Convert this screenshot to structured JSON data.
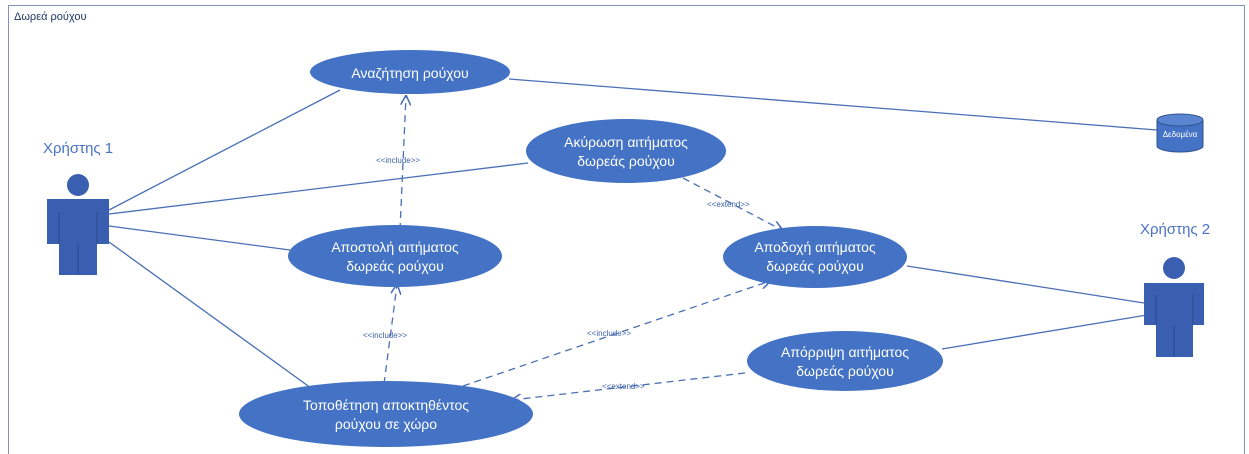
{
  "frame": {
    "title": "Δωρεά ρούχου"
  },
  "actors": {
    "user1": "Χρήστης 1",
    "user2": "Χρήστης 2"
  },
  "database": {
    "label": "Δεδομένα"
  },
  "use_cases": {
    "search": [
      "Αναζήτηση ρούχου"
    ],
    "cancel": [
      "Ακύρωση αιτήματος",
      "δωρεάς ρούχου"
    ],
    "send": [
      "Αποστολή αιτήματος",
      "δωρεάς ρούχου"
    ],
    "accept": [
      "Αποδοχή αιτήματος",
      "δωρεάς ρούχου"
    ],
    "reject": [
      "Απόρριψη αιτήματος",
      "δωρεάς ρούχου"
    ],
    "place": [
      "Τοποθέτηση αποκτηθέντος",
      "ρούχου σε χώρο"
    ]
  },
  "stereotypes": {
    "include": "<<include>>",
    "extend": "<<extend>>"
  },
  "colors": {
    "usecase_fill": "#4472c4",
    "line": "#4a6fb5",
    "actor": "#3b5fb0",
    "actor_label": "#4a72c4",
    "frame_border": "#7f92b8"
  }
}
